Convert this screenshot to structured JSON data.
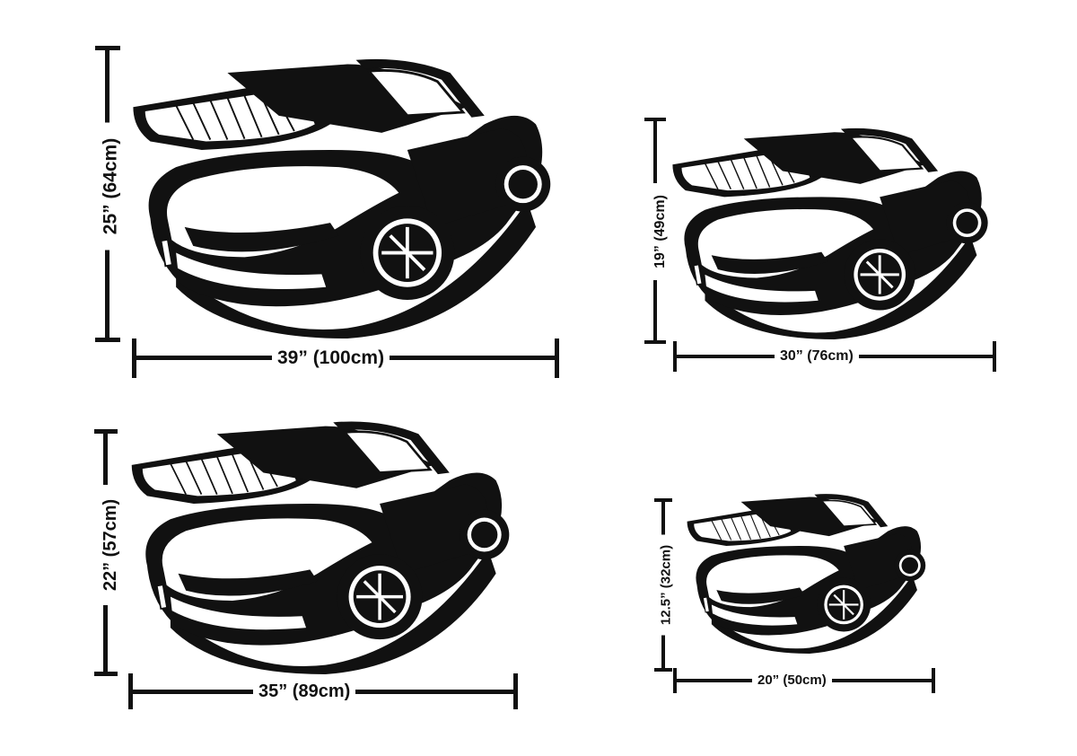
{
  "figure": {
    "description": "Size chart for convertible sports car wall decal in four sizes",
    "colors": {
      "ink": "#111111",
      "background": "#ffffff"
    }
  },
  "variants": [
    {
      "id": "xl",
      "width_label": "39” (100cm)",
      "height_label": "25” (64cm)",
      "width_in": 39,
      "width_cm": 100,
      "height_in": 25,
      "height_cm": 64
    },
    {
      "id": "l",
      "width_label": "30” (76cm)",
      "height_label": "19” (49cm)",
      "width_in": 30,
      "width_cm": 76,
      "height_in": 19,
      "height_cm": 49
    },
    {
      "id": "m",
      "width_label": "35” (89cm)",
      "height_label": "22” (57cm)",
      "width_in": 35,
      "width_cm": 89,
      "height_in": 22,
      "height_cm": 57
    },
    {
      "id": "s",
      "width_label": "20” (50cm)",
      "height_label": "12.5” (32cm)",
      "width_in": 20,
      "width_cm": 50,
      "height_in": 12.5,
      "height_cm": 32
    }
  ],
  "icons": {
    "car": "convertible-car-silhouette"
  }
}
